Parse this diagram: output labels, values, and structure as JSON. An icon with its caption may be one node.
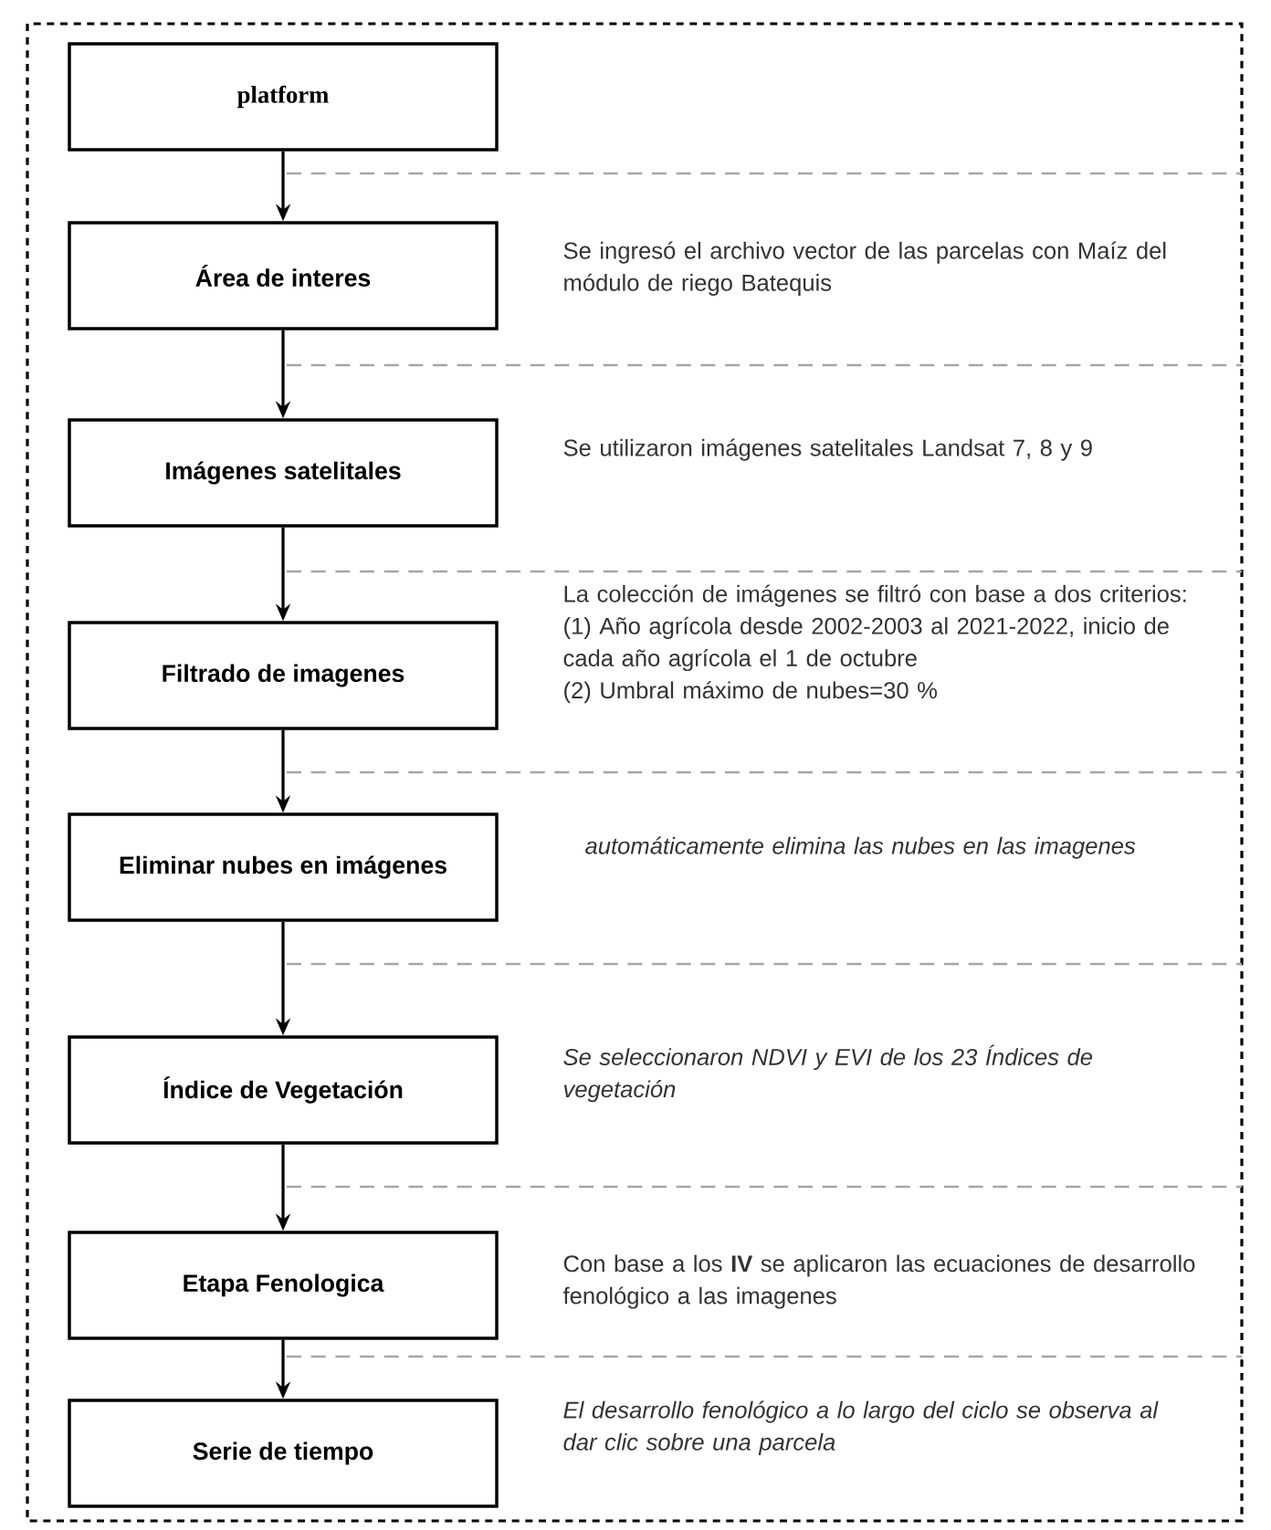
{
  "diagram": {
    "nodes": [
      {
        "text": [
          "platform"
        ]
      },
      {
        "text": [
          "Área de interes"
        ],
        "beside": [
          "Se ingresó el archivo vector de las parcelas con Maíz del módulo de riego Batequis"
        ]
      },
      {
        "text": [
          "Imágenes satelitales"
        ],
        "beside": [
          "Se utilizaron imágenes satelitales Landsat 7, 8 y 9"
        ]
      },
      {
        "text": [
          "Filtrado de imagenes"
        ],
        "beside": [
          "La colección de imágenes se filtró con base a dos criterios:",
          "(1) Año agrícola desde 2002-2003 al 2021-2022, inicio de cada año agrícola el 1 de octubre",
          "(2) Umbral máximo de nubes=30 %"
        ]
      },
      {
        "text": [
          "Eliminar nubes en imágenes"
        ],
        "beside": [
          "automáticamente elimina las nubes en las imagenes"
        ]
      },
      {
        "text": [
          "Índice de Vegetación"
        ],
        "beside": [
          "Se seleccionaron NDVI y EVI de los 23 Índices de vegetación"
        ]
      },
      {
        "text": [
          "Etapa Fenologica"
        ],
        "beside": [
          "Con base a los **IV** se aplicaron las ecuaciones de desarrollo fenológico a las imagenes"
        ]
      },
      {
        "text": [
          "Serie de tiempo"
        ],
        "beside": [
          "El desarrollo fenológico a lo largo del ciclo se observa al dar clic sobre una parcela"
        ]
      }
    ],
    "edges": [
      {
        "from": 0,
        "to": 1,
        "arrow": "to"
      },
      {
        "from": 1,
        "to": 2,
        "arrow": "to"
      },
      {
        "from": 2,
        "to": 3,
        "arrow": "to"
      },
      {
        "from": 3,
        "to": 4,
        "arrow": "to"
      },
      {
        "from": 4,
        "to": 5,
        "arrow": "to"
      },
      {
        "from": 5,
        "to": 6,
        "arrow": "to"
      },
      {
        "from": 6,
        "to": 7,
        "arrow": "to"
      }
    ]
  }
}
